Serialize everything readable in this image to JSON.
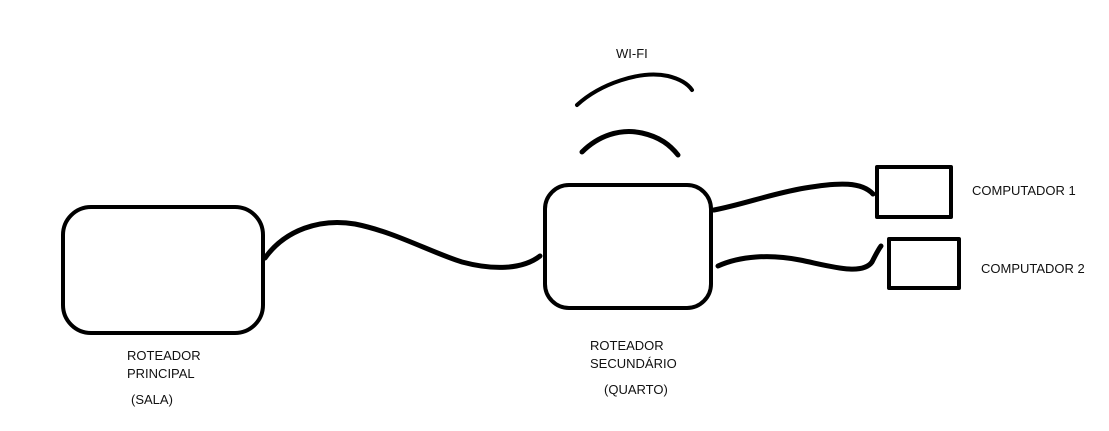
{
  "diagram": {
    "wifi_label": "WI-FI",
    "router_main": {
      "line1": "ROTEADOR",
      "line2": "PRINCIPAL",
      "location": "(SALA)"
    },
    "router_secondary": {
      "line1": "ROTEADOR",
      "line2": "SECUNDÁRIO",
      "location": "(QUARTO)"
    },
    "computer_1": "COMPUTADOR 1",
    "computer_2": "COMPUTADOR 2",
    "colors": {
      "stroke": "#000000",
      "background": "#ffffff"
    }
  }
}
